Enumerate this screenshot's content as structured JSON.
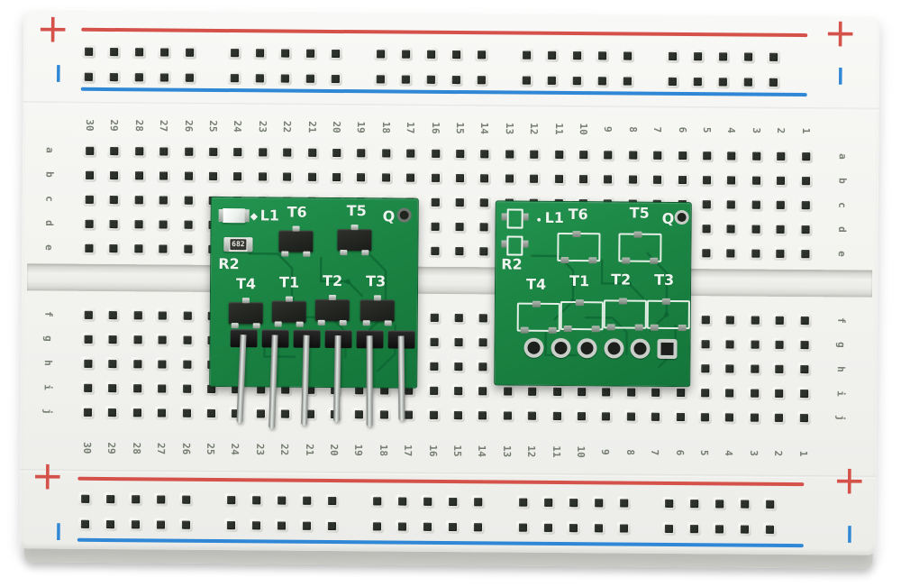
{
  "breadboard": {
    "rail": {
      "plus": "+",
      "minus": "−"
    },
    "column_numbers": [
      "30",
      "29",
      "28",
      "27",
      "26",
      "25",
      "24",
      "23",
      "22",
      "21",
      "20",
      "19",
      "18",
      "17",
      "16",
      "15",
      "14",
      "13",
      "12",
      "11",
      "10",
      "9",
      "8",
      "7",
      "6",
      "5",
      "4",
      "3",
      "2",
      "1"
    ],
    "row_letters_top": [
      "a",
      "b",
      "c",
      "d",
      "e"
    ],
    "row_letters_bottom": [
      "f",
      "g",
      "h",
      "i",
      "j"
    ],
    "colors": {
      "positive_rail": "#d5524b",
      "negative_rail": "#2f87d5",
      "body": "#f3f3f0",
      "hole": "#2c312c",
      "pcb_green": "#1b8443"
    }
  },
  "pcb_left": {
    "led_marker": "◆",
    "led_label": "L1",
    "transistors_top": [
      "T6",
      "T5"
    ],
    "hole_label": "Q",
    "resistor_label": "R2",
    "resistor_marking": "682",
    "transistors_bottom": [
      "T4",
      "T1",
      "T2",
      "T3"
    ]
  },
  "pcb_right": {
    "led_marker": "•",
    "led_label": "L1",
    "transistors_top": [
      "T6",
      "T5"
    ],
    "hole_label": "Q",
    "resistor_label": "R2",
    "transistors_bottom": [
      "T4",
      "T1",
      "T2",
      "T3"
    ]
  }
}
